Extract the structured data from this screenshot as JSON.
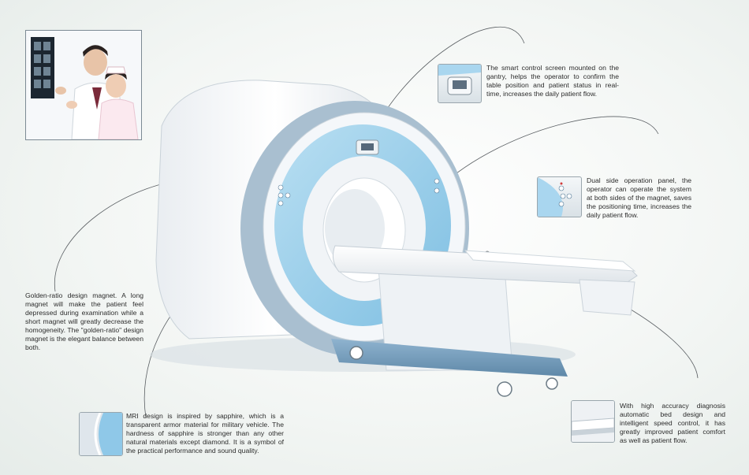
{
  "captions": {
    "smart_screen": "The smart control screen mounted on the gantry, helps the operator to confirm the table position and patient status in real-time, increases the daily patient flow.",
    "dual_panel": "Dual side operation panel, the operator can operate the system at both sides of the magnet, saves the positioning time, increases the daily patient flow.",
    "golden_ratio": "Golden-ratio design magnet. A long magnet will make the patient feel depressed during examination while a short magnet will greatly decrease the homogeneity. The \"golden-ratio\" design magnet is the elegant balance between both.",
    "sapphire": "MRI design is inspired by sapphire, which is a transparent armor material for military vehicle. The hardness of sapphire is stronger than any other natural materials except diamond. It is a symbol of the practical performance and sound quality.",
    "bed": "With high accuracy diagnosis automatic bed design and intelligent speed control, it has greatly improved patient comfort as well as patient flow."
  },
  "colors": {
    "accent_blue": "#8cc6e6",
    "body_white": "#f4f6f8",
    "base_blue": "#6f98b8",
    "line_gray": "#5a5f63"
  }
}
